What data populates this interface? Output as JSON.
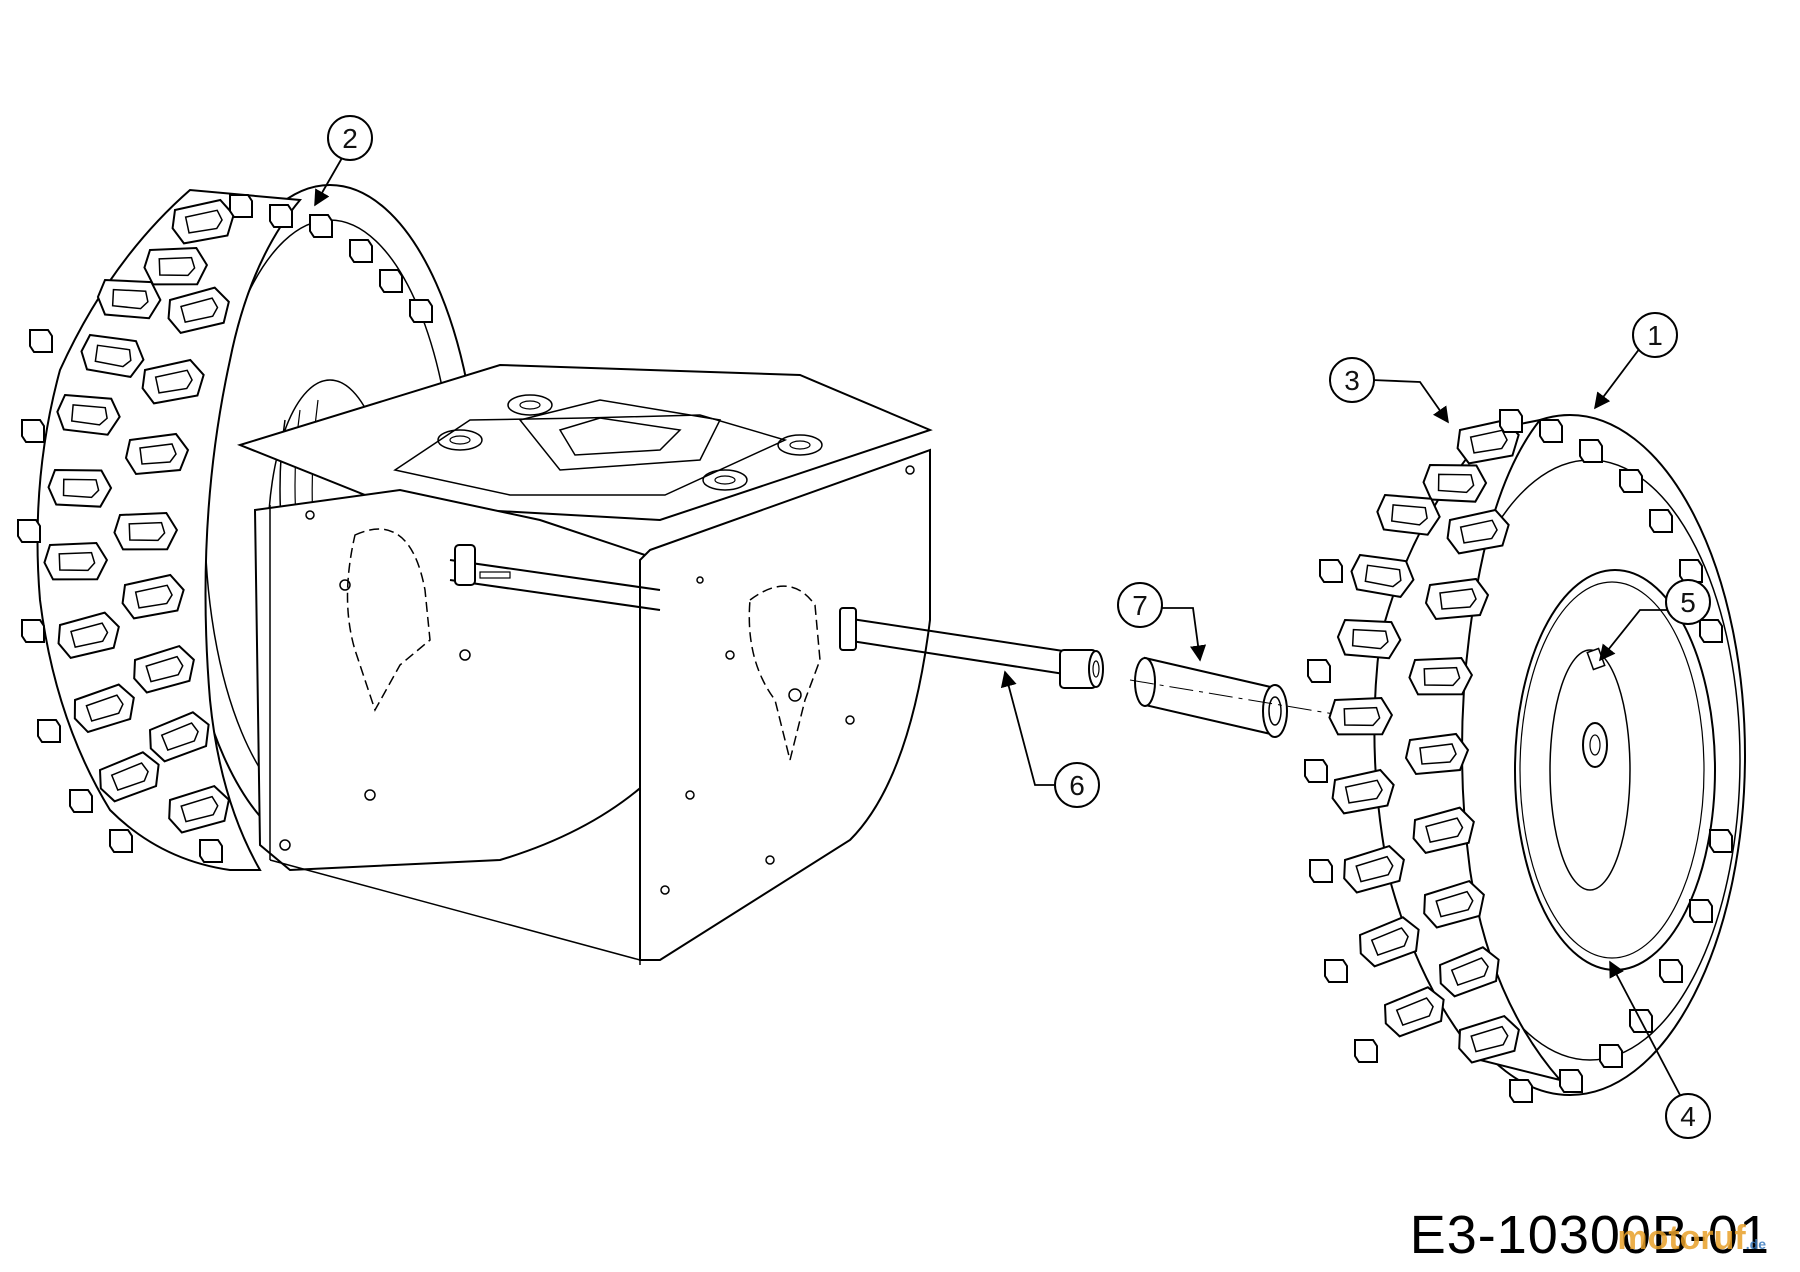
{
  "diagram": {
    "drawing_code": "E3-10300B-01",
    "watermark": {
      "text": "motoruf",
      "tld": ".de"
    },
    "callouts": [
      {
        "id": "1",
        "label": "1"
      },
      {
        "id": "2",
        "label": "2"
      },
      {
        "id": "3",
        "label": "3"
      },
      {
        "id": "4",
        "label": "4"
      },
      {
        "id": "5",
        "label": "5"
      },
      {
        "id": "6",
        "label": "6"
      },
      {
        "id": "7",
        "label": "7"
      }
    ]
  }
}
